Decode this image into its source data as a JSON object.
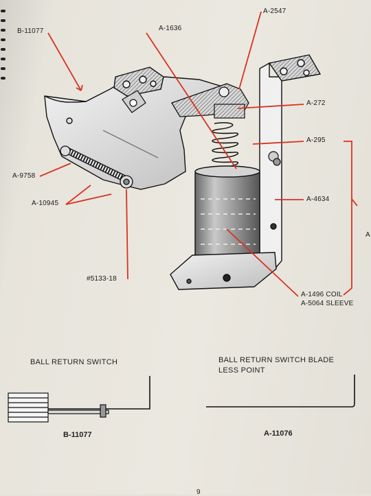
{
  "diagram": {
    "labels": {
      "b11077_top": "B-11077",
      "a1636": "A-1636",
      "a2547": "A-2547",
      "a272": "A-272",
      "a295": "A-295",
      "a9758": "A-9758",
      "a10945": "A-10945",
      "a4634": "A-4634",
      "p5133": "#5133-18",
      "a1496": "A-1496 COIL",
      "a5064": "A-5064 SLEEVE",
      "edge_letter": "A"
    }
  },
  "parts": {
    "switch": {
      "title": "BALL RETURN SWITCH",
      "number": "B-11077"
    },
    "blade": {
      "title_line1": "BALL RETURN SWITCH BLADE",
      "title_line2": "LESS POINT",
      "number": "A-11076"
    }
  },
  "page_number": "9",
  "colors": {
    "callout": "#d8321e",
    "ink": "#222222",
    "paper": "#e8e5dd"
  }
}
